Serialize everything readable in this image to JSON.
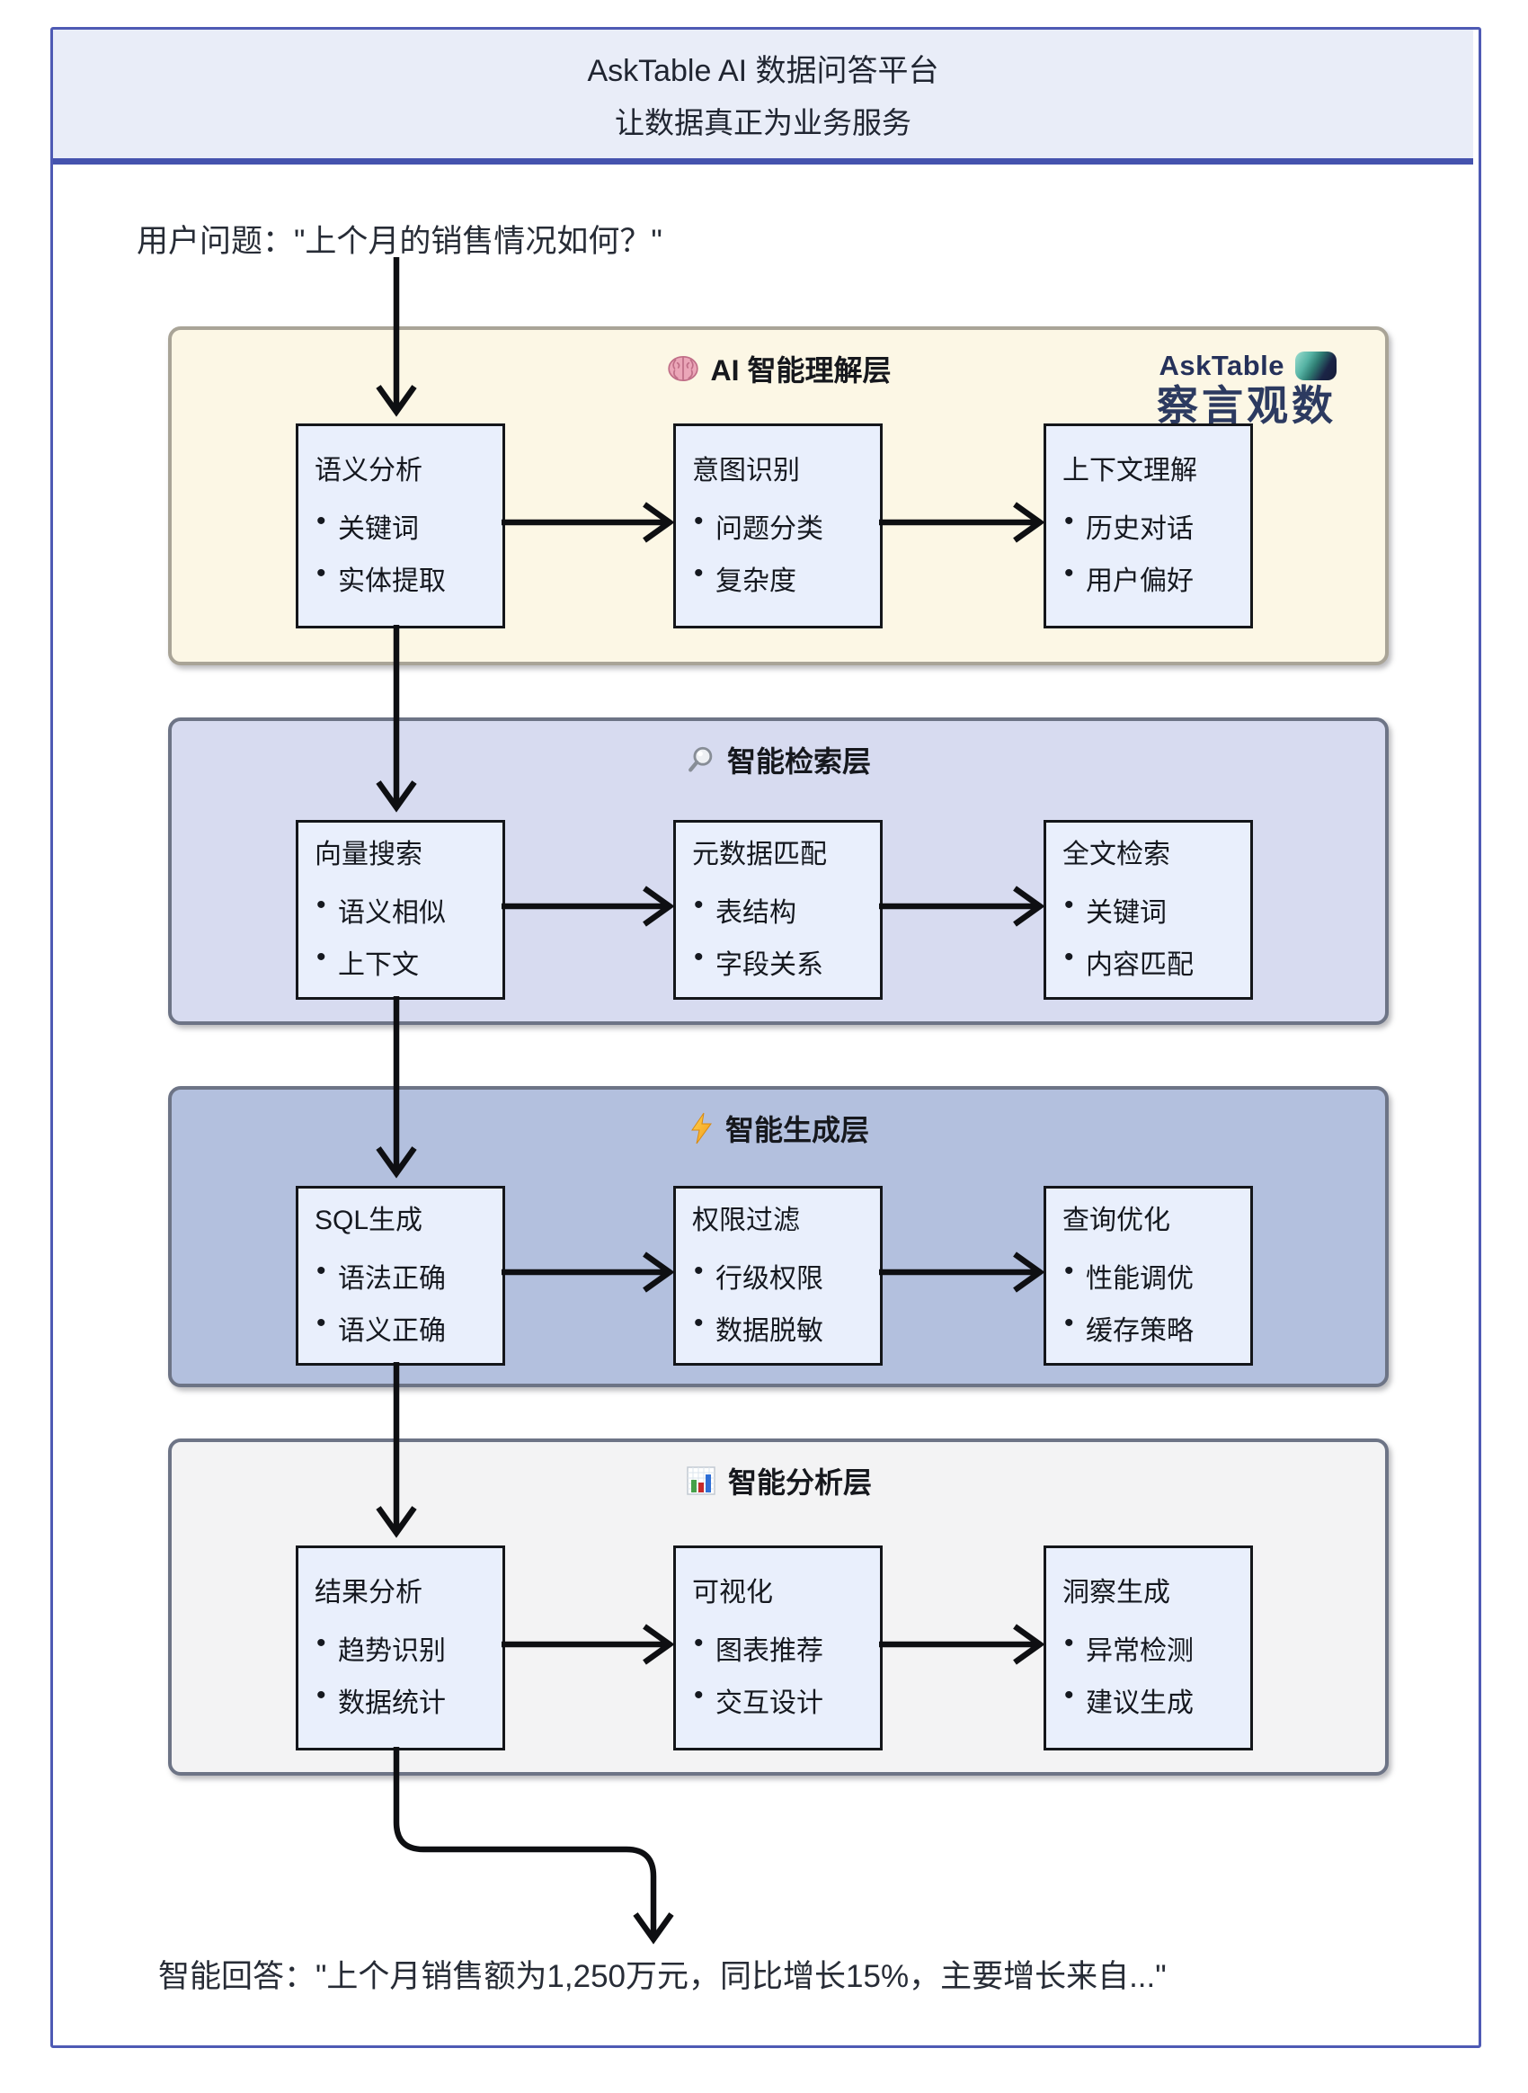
{
  "page": {
    "title": "AskTable AI 数据问答平台",
    "subtitle": "让数据真正为业务服务",
    "question_label": "用户问题：\"上个月的销售情况如何？\"",
    "answer_label": "智能回答：\"上个月销售额为1,250万元，同比增长15%，主要增长来自...\""
  },
  "logo": {
    "brand": "AskTable",
    "tagline": "察言观数",
    "icon": "asktable-logo-icon"
  },
  "layers": [
    {
      "id": "understanding",
      "icon": "brain-icon",
      "title": "AI 智能理解层",
      "colors": {
        "bg": "#fcf7e5",
        "border": "#a9a497"
      },
      "boxes": [
        {
          "title": "语义分析",
          "bullets": [
            "关键词",
            "实体提取"
          ]
        },
        {
          "title": "意图识别",
          "bullets": [
            "问题分类",
            "复杂度"
          ]
        },
        {
          "title": "上下文理解",
          "bullets": [
            "历史对话",
            "用户偏好"
          ]
        }
      ]
    },
    {
      "id": "retrieval",
      "icon": "search-icon",
      "title": "智能检索层",
      "colors": {
        "bg": "#d7dbf0",
        "border": "#6d7486"
      },
      "boxes": [
        {
          "title": "向量搜索",
          "bullets": [
            "语义相似",
            "上下文"
          ]
        },
        {
          "title": "元数据匹配",
          "bullets": [
            "表结构",
            "字段关系"
          ]
        },
        {
          "title": "全文检索",
          "bullets": [
            "关键词",
            "内容匹配"
          ]
        }
      ]
    },
    {
      "id": "generation",
      "icon": "lightning-icon",
      "title": "智能生成层",
      "colors": {
        "bg": "#b3c0de",
        "border": "#6d7486"
      },
      "boxes": [
        {
          "title": "SQL生成",
          "bullets": [
            "语法正确",
            "语义正确"
          ]
        },
        {
          "title": "权限过滤",
          "bullets": [
            "行级权限",
            "数据脱敏"
          ]
        },
        {
          "title": "查询优化",
          "bullets": [
            "性能调优",
            "缓存策略"
          ]
        }
      ]
    },
    {
      "id": "analysis",
      "icon": "chart-icon",
      "title": "智能分析层",
      "colors": {
        "bg": "#f3f3f4",
        "border": "#6d7486"
      },
      "boxes": [
        {
          "title": "结果分析",
          "bullets": [
            "趋势识别",
            "数据统计"
          ]
        },
        {
          "title": "可视化",
          "bullets": [
            "图表推荐",
            "交互设计"
          ]
        },
        {
          "title": "洞察生成",
          "bullets": [
            "异常检测",
            "建议生成"
          ]
        }
      ]
    }
  ],
  "colors": {
    "page_border": "#4e5ab4",
    "header_bg": "#e9edf8",
    "header_border": "#4553ae",
    "node_bg": "#e9effc",
    "node_border": "#14161a",
    "arrow": "#0e0f12",
    "layer1_bg": "#fcf7e5",
    "layer2_bg": "#d7dbf0",
    "layer3_bg": "#b3c0de",
    "layer4_bg": "#f3f3f4"
  }
}
